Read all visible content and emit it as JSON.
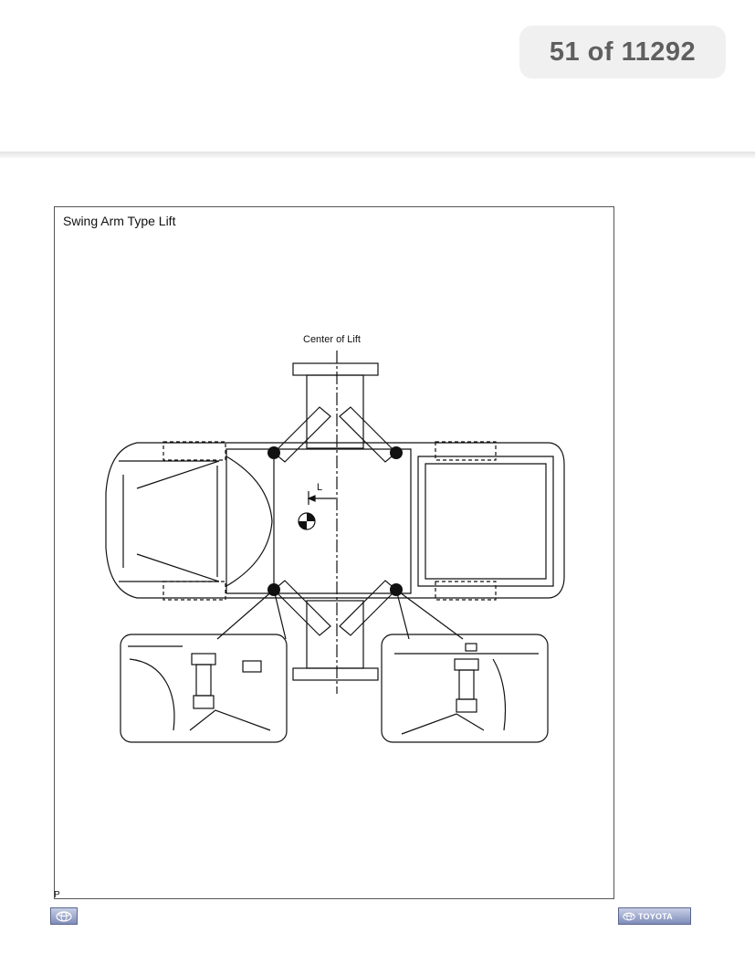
{
  "viewer": {
    "page_counter": "51 of 11292"
  },
  "figure": {
    "title": "Swing Arm Type Lift",
    "center_label": "Center of Lift",
    "dimension_label": "L",
    "corner_marker": "P"
  },
  "footer": {
    "brand_text": "TOYOTA",
    "left_logo_icon": "toyota-emblem-icon",
    "right_logo_icon": "toyota-emblem-icon"
  }
}
